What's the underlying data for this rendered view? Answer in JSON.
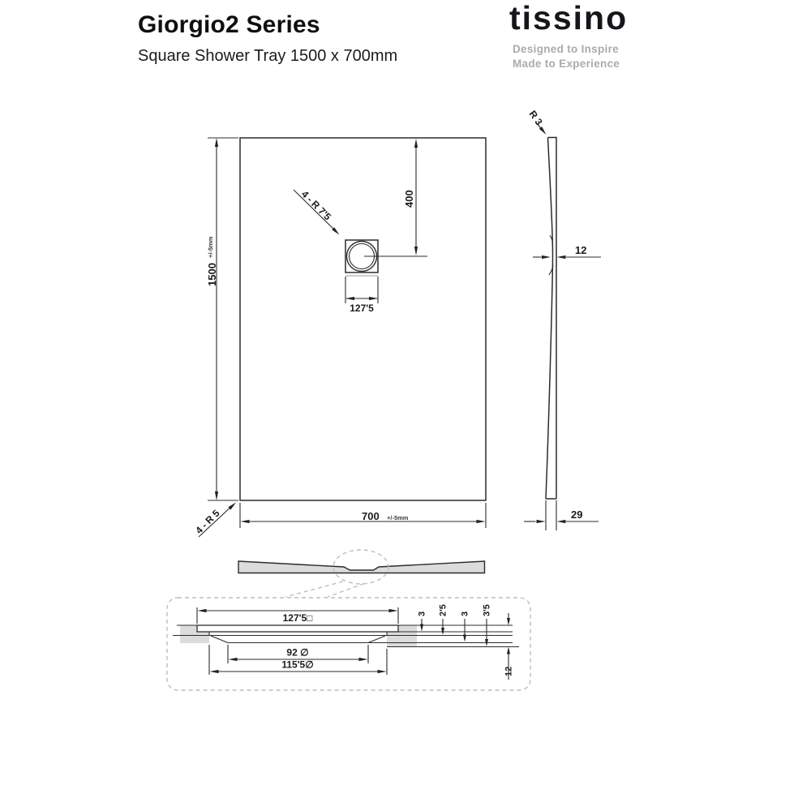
{
  "colors": {
    "line": "#2c2c2c",
    "dimension_text": "#1b1b1b",
    "section_fill": "#dcdcdc",
    "callout_dash": "#bdbdbd",
    "logo": "#16161a",
    "tagline": "#ababab"
  },
  "header": {
    "title": "Giorgio2 Series",
    "subtitle": "Square Shower Tray 1500 x 700mm",
    "brand": {
      "logo": "tissino",
      "tagline1": "Designed to Inspire",
      "tagline2": "Made to Experience"
    }
  },
  "plan_view": {
    "length": "1500",
    "length_tol": "+/-5mm",
    "width": "700",
    "width_tol": "+/-5mm",
    "corner_radius": "4 - R 5",
    "drain_radius": "4 - R 7'5",
    "drain_offset": "400",
    "drain_width": "127'5"
  },
  "side_view": {
    "top_radius": "R 3",
    "mid_thickness": "12",
    "edge_thickness": "29"
  },
  "detail_view": {
    "cover_square": "127'5□",
    "waste_dia": "92 ∅",
    "recess_dia": "115'5∅",
    "step1": "3",
    "step2": "2'5",
    "step3": "3",
    "step4": "3'5",
    "total_depth": "12"
  }
}
